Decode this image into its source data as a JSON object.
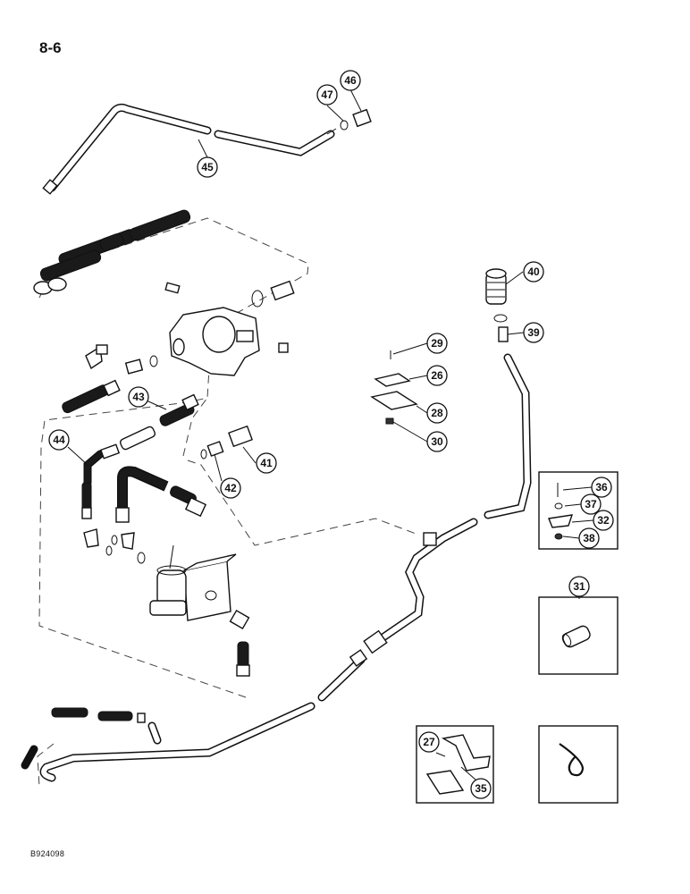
{
  "page": {
    "number": "8-6",
    "figure_code": "B924098"
  },
  "callouts": [
    "45",
    "46",
    "47",
    "40",
    "39",
    "29",
    "26",
    "28",
    "30",
    "43",
    "44",
    "41",
    "42",
    "36",
    "37",
    "32",
    "38",
    "31",
    "27",
    "35"
  ]
}
